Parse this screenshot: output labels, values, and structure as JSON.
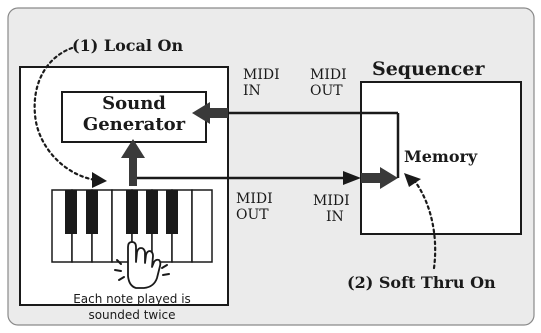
{
  "labels": {
    "local_on": "(1) Local On",
    "soft_thru_on": "(2) Soft Thru On",
    "sequencer_title": "Sequencer",
    "memory": "Memory",
    "sound_generator_line1": "Sound",
    "sound_generator_line2": "Generator",
    "seq_midi_out_1": "MIDI",
    "seq_midi_out_2": "OUT",
    "seq_midi_in_1": "MIDI",
    "seq_midi_in_2": "IN",
    "kbd_midi_in_1": "MIDI",
    "kbd_midi_in_2": "IN",
    "kbd_midi_out_1": "MIDI",
    "kbd_midi_out_2": "OUT",
    "caption_line1": "Each note played is",
    "caption_line2": "sounded twice"
  },
  "colors": {
    "panel_background": "#ebebeb",
    "panel_border": "#8a8a8a",
    "line": "#1a1a1a",
    "arrow_fill": "#3a3a3a",
    "white": "#ffffff"
  }
}
